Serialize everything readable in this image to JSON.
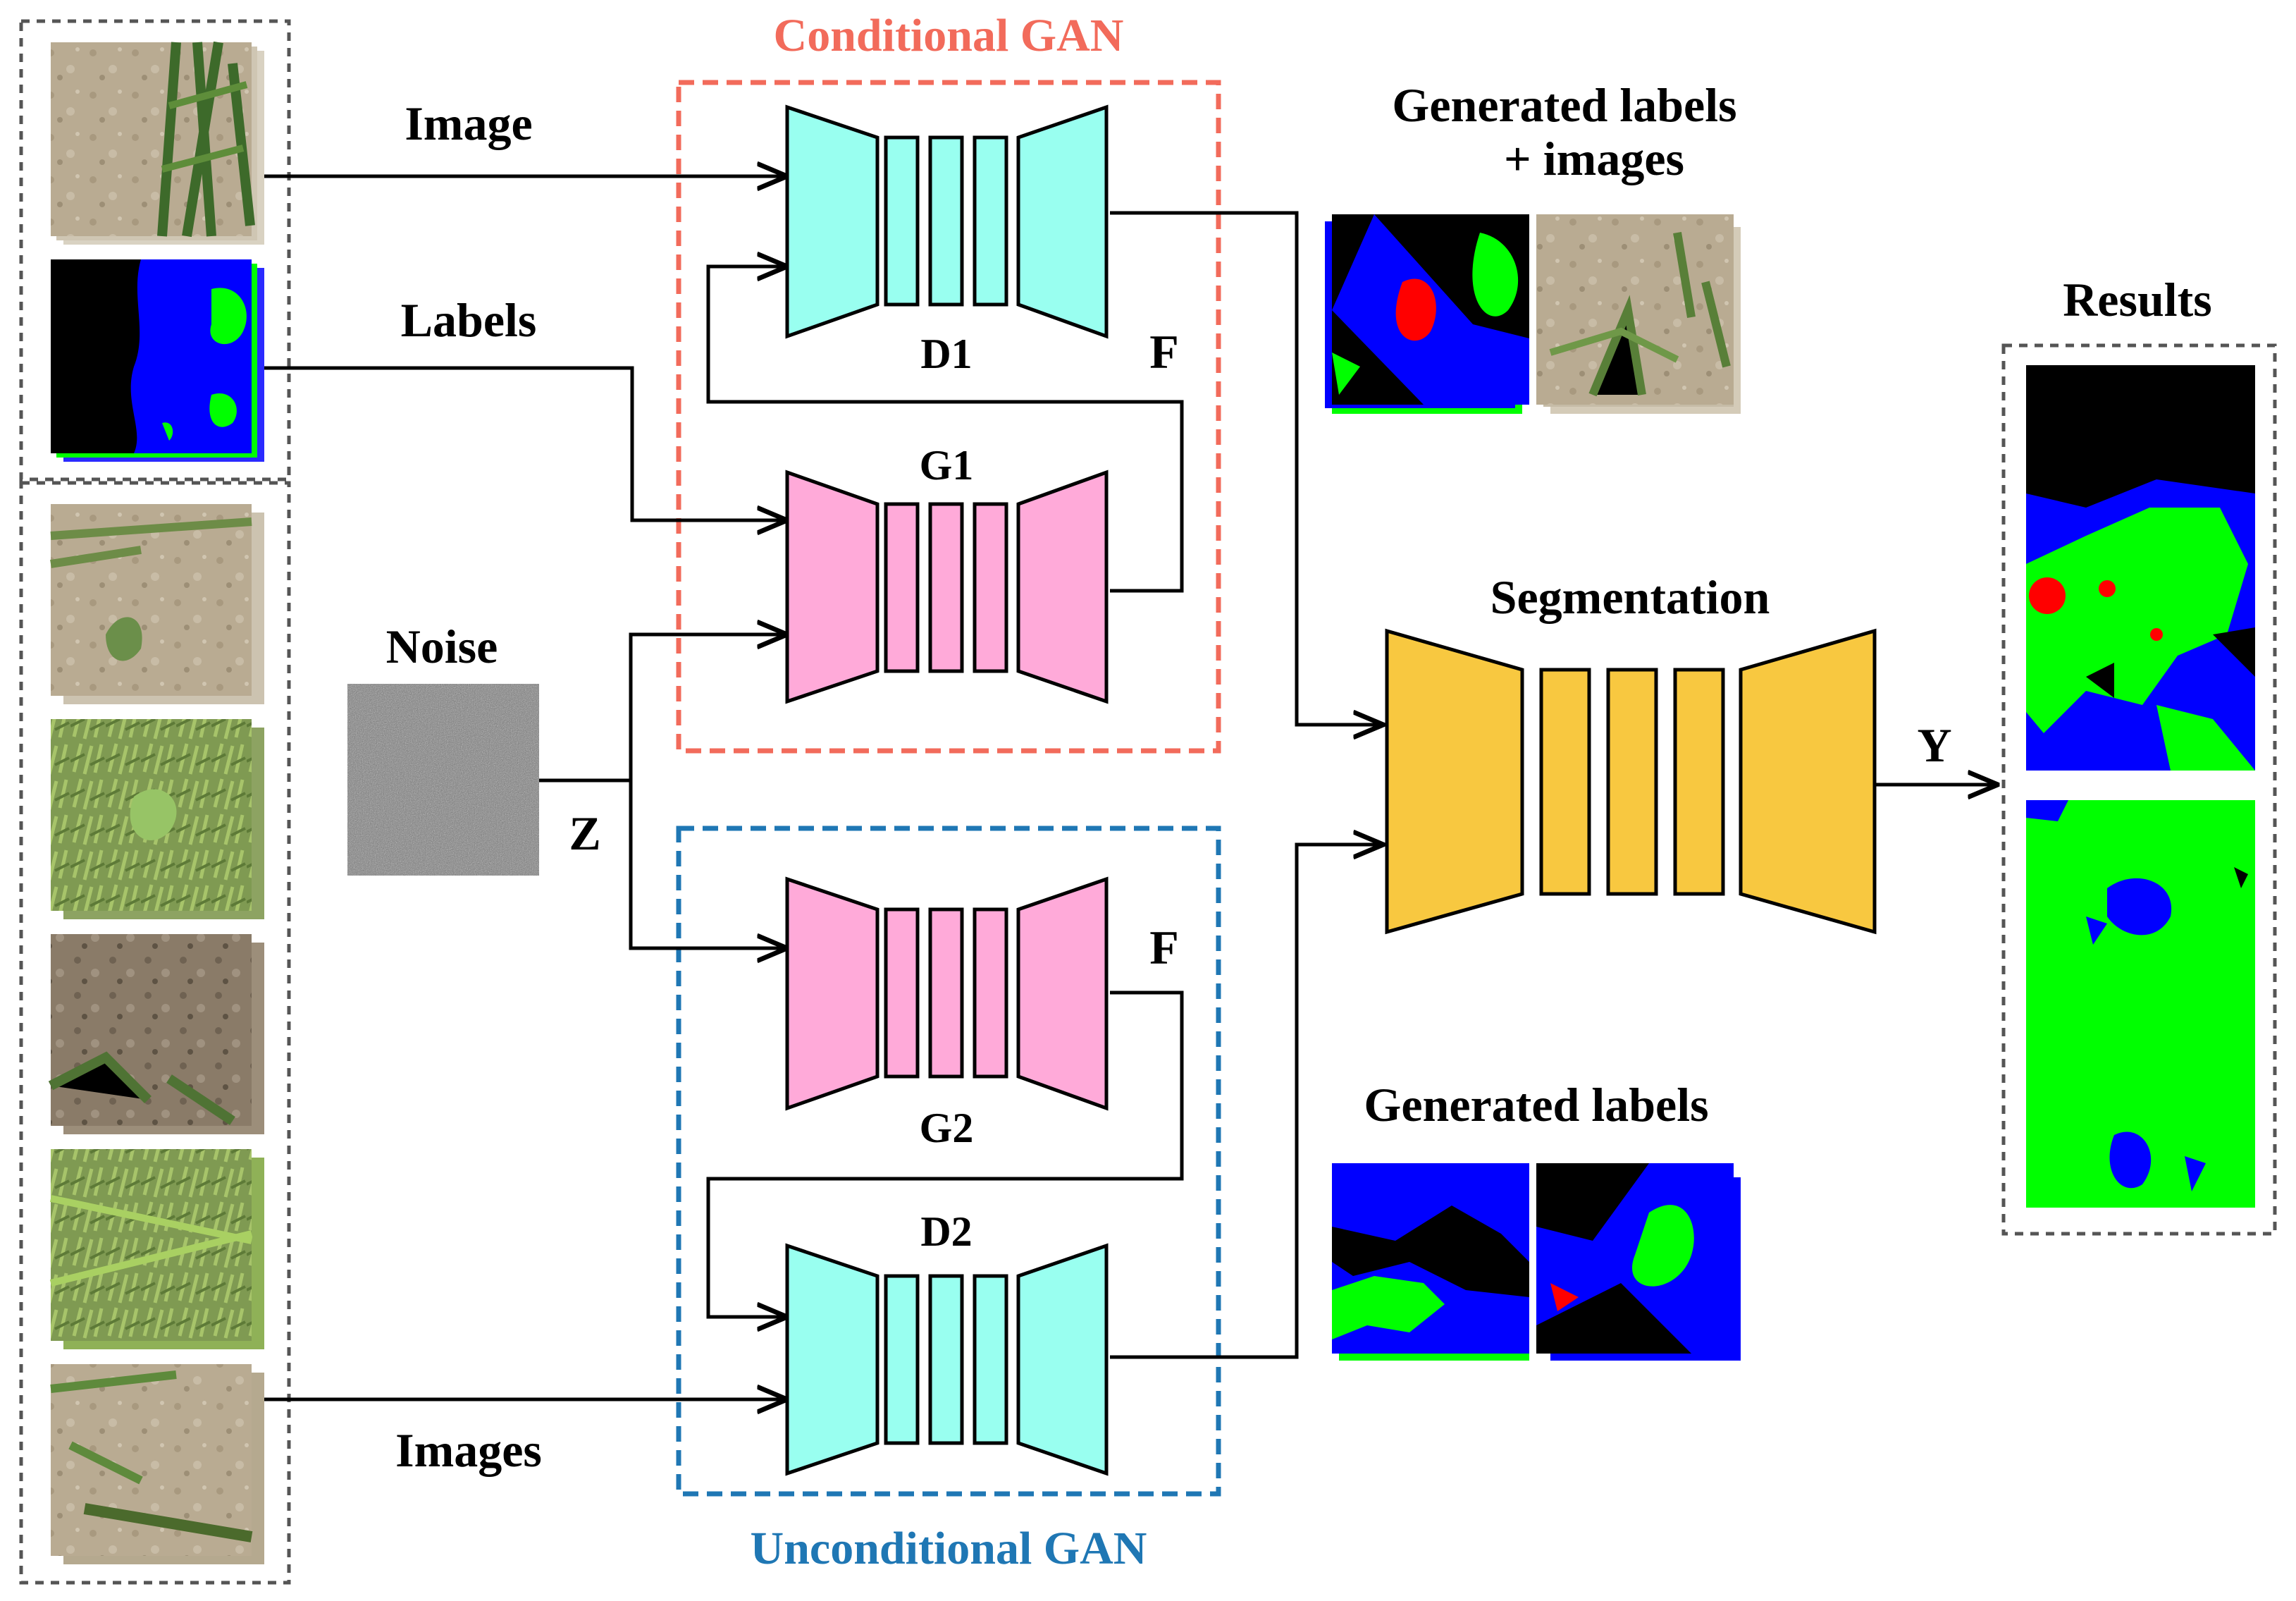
{
  "labels": {
    "conditional_gan": "Conditional GAN",
    "unconditional_gan": "Unconditional GAN",
    "image": "Image",
    "labels": "Labels",
    "noise": "Noise",
    "z": "Z",
    "images": "Images",
    "d1": "D1",
    "g1": "G1",
    "g2": "G2",
    "d2": "D2",
    "f_top": "F",
    "f_bottom": "F",
    "generated_labels_images_line1": "Generated labels",
    "generated_labels_images_line2": "+ images",
    "generated_labels": "Generated labels",
    "segmentation": "Segmentation",
    "y": "Y",
    "results": "Results"
  },
  "colors": {
    "conditional": "#f26b5b",
    "unconditional": "#1f77b4",
    "discriminator": "#99fff0",
    "generator": "#ffaad9",
    "segmentation": "#f8c840",
    "label_background": "#000000",
    "label_soil": "#0000ff",
    "label_crop": "#00ff00",
    "label_weed": "#ff0000",
    "photo_soil": "#b3a58c",
    "photo_plant": "#6f8a4c"
  }
}
